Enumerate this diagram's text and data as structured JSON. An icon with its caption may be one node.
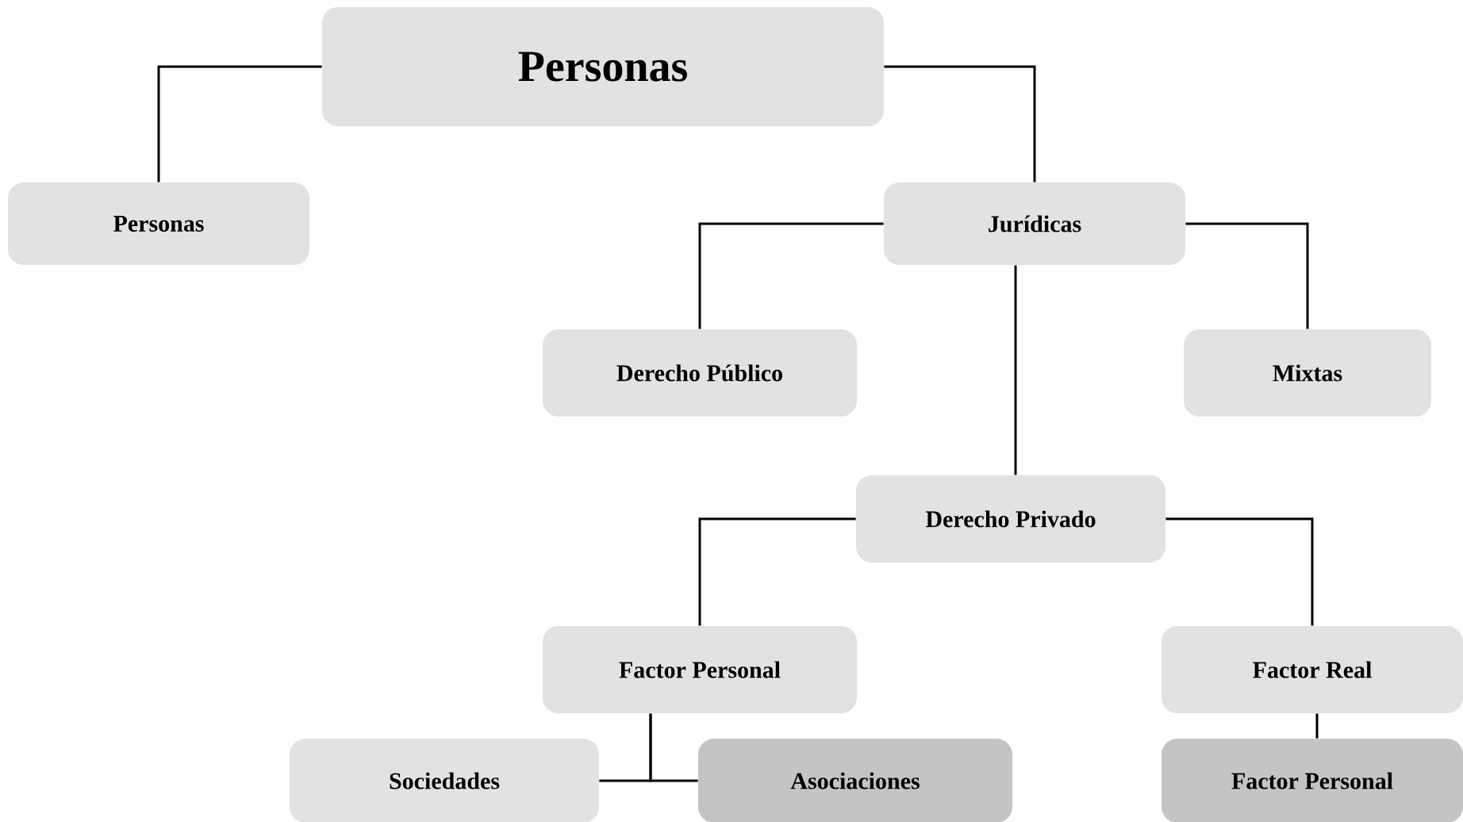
{
  "diagram": {
    "nodes": [
      {
        "text": [
          "Personas"
        ]
      },
      {
        "text": [
          "Personas"
        ]
      },
      {
        "text": [
          "Jurídicas"
        ]
      },
      {
        "text": [
          "Derecho Público"
        ]
      },
      {
        "text": [
          "Mixtas"
        ]
      },
      {
        "text": [
          "Derecho Privado"
        ]
      },
      {
        "text": [
          "Factor Personal"
        ]
      },
      {
        "text": [
          "Factor Real"
        ]
      },
      {
        "text": [
          "Sociedades"
        ]
      },
      {
        "text": [
          "Asociaciones"
        ]
      },
      {
        "text": [
          "Factor Personal"
        ]
      }
    ],
    "edges": [
      {
        "from": 0,
        "to": 1,
        "arrow": "none"
      },
      {
        "from": 0,
        "to": 2,
        "arrow": "none"
      },
      {
        "from": 2,
        "to": 3,
        "arrow": "none"
      },
      {
        "from": 2,
        "to": 4,
        "arrow": "none"
      },
      {
        "from": 2,
        "to": 5,
        "arrow": "none"
      },
      {
        "from": 5,
        "to": 6,
        "arrow": "none"
      },
      {
        "from": 5,
        "to": 7,
        "arrow": "none"
      },
      {
        "from": 6,
        "to": 8,
        "arrow": "none"
      },
      {
        "from": 6,
        "to": 9,
        "arrow": "none"
      },
      {
        "from": 7,
        "to": 10,
        "arrow": "none"
      }
    ]
  }
}
